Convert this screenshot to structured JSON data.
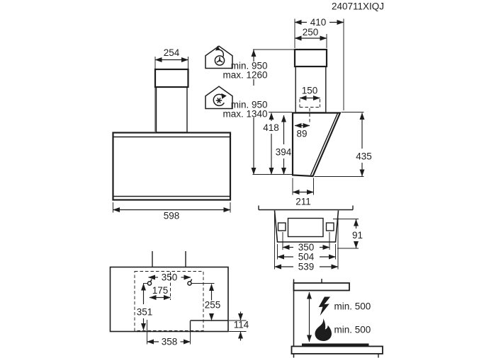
{
  "model_code": "240711XIQJ",
  "colors": {
    "line": "#1d1d1d",
    "background": "#ffffff"
  },
  "front_view": {
    "chimney_width": "254",
    "body_width": "598"
  },
  "installation_modes": {
    "exhaust": {
      "icon": "house-exhaust-icon",
      "min": "min. 950",
      "max": "max. 1260"
    },
    "recirculation": {
      "icon": "house-recirculation-icon",
      "min": "min. 950",
      "max": "max. 1340"
    }
  },
  "side_view": {
    "total_depth": "410",
    "chimney_depth": "250",
    "duct_width": "150",
    "duct_offset": "89",
    "height_back": "418",
    "height_inner": "394",
    "height_front": "435",
    "bottom_depth": "211"
  },
  "bottom_view": {
    "bracket_spacing": "350",
    "body_width": "504",
    "top_width": "539",
    "mount_depth": "91"
  },
  "drilling_template": {
    "hole_spacing": "350",
    "hole_to_center": "175",
    "left_height": "351",
    "right_height": "255",
    "bottom_width": "358",
    "ledge_height": "114"
  },
  "clearances": {
    "electric": "min. 500",
    "gas": "min. 500"
  }
}
